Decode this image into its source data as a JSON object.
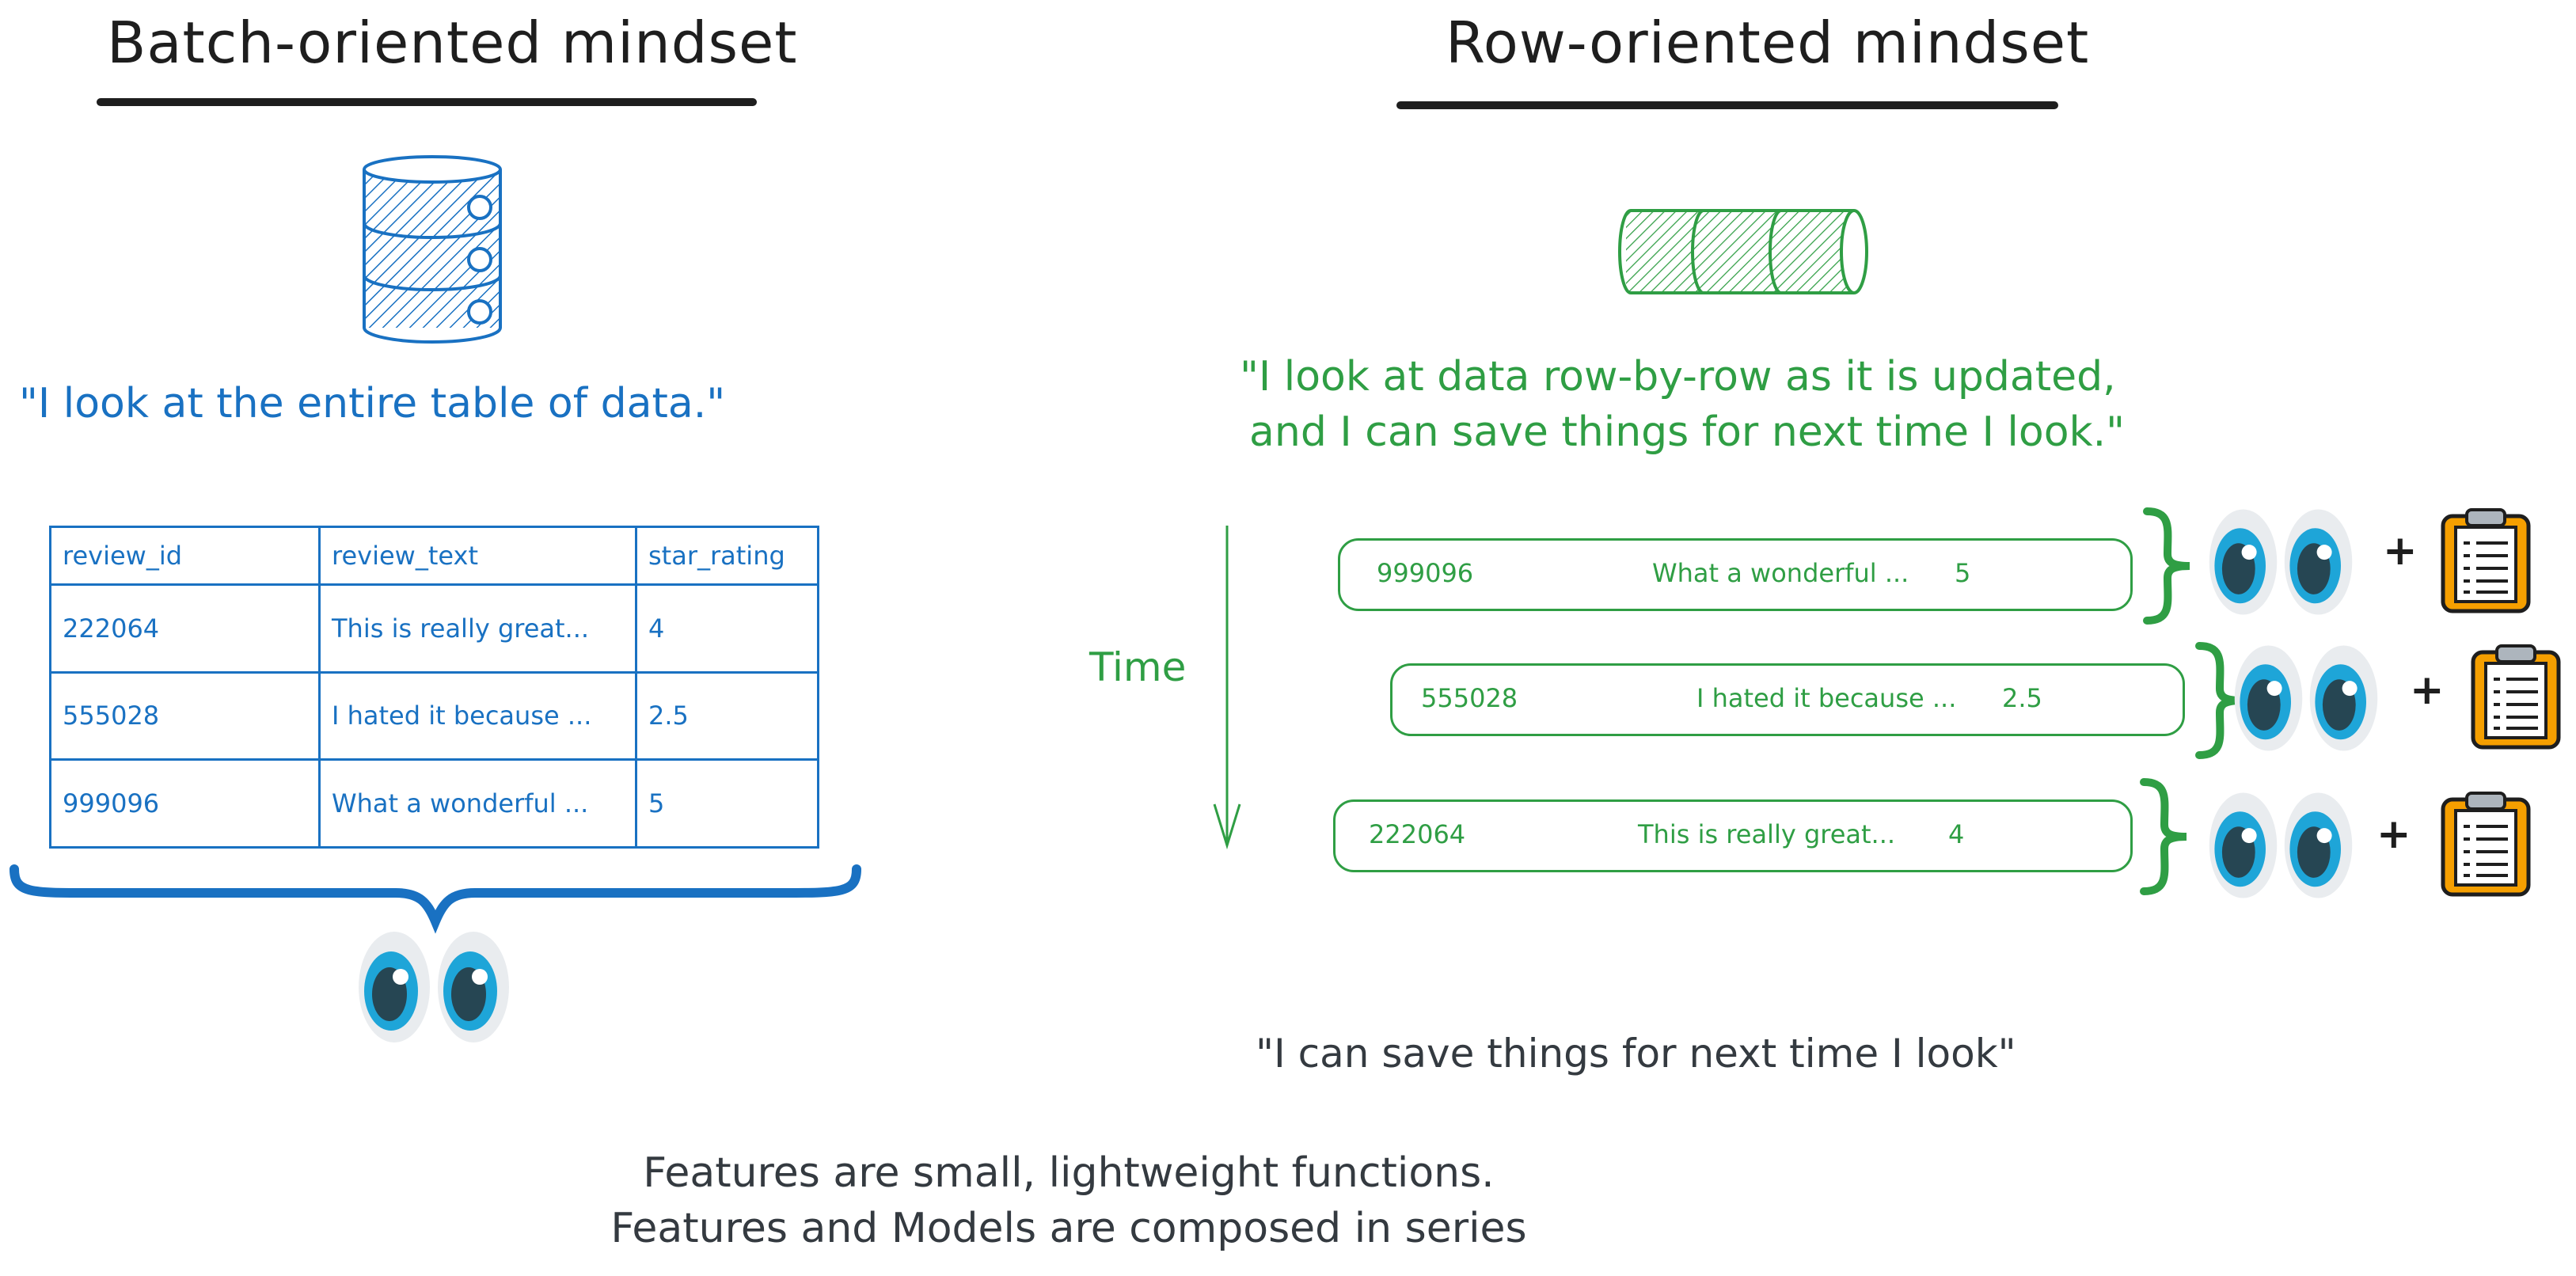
{
  "left": {
    "heading": "Batch-oriented mindset",
    "quote": "\"I look at the entire table of data.\"",
    "table": {
      "columns": [
        "review_id",
        "review_text",
        "star_rating"
      ],
      "rows": [
        [
          "222064",
          "This is really great...",
          "4"
        ],
        [
          "555028",
          "I hated it because ...",
          "2.5"
        ],
        [
          "999096",
          "What a wonderful ...",
          "5"
        ]
      ]
    }
  },
  "right": {
    "heading": "Row-oriented mindset",
    "quote_line1": "\"I look at data row-by-row as it is updated,",
    "quote_line2": "and I can save things for next time I look.\"",
    "time_label": "Time",
    "rows": [
      {
        "id": "999096",
        "text": "What a wonderful ...",
        "rating": "5"
      },
      {
        "id": "555028",
        "text": "I hated it because ...",
        "rating": "2.5"
      },
      {
        "id": "222064",
        "text": "This is really great...",
        "rating": "4"
      }
    ],
    "plus": "+",
    "bottom_quote": "\"I can save things for next time I look\""
  },
  "footer": {
    "line1": "Features are small, lightweight functions.",
    "line2": "Features and Models are composed in series"
  },
  "colors": {
    "blue": "#1971c2",
    "green": "#2f9e44",
    "dark": "#1e1e1e",
    "grey_text": "#343a40",
    "eye_iris": "#1ea5d8",
    "clipboard": "#f59f00"
  },
  "icons": [
    "database-icon",
    "row-cylinder-icon",
    "eyes-icon",
    "clipboard-icon",
    "curly-brace-icon",
    "down-arrow-icon"
  ]
}
